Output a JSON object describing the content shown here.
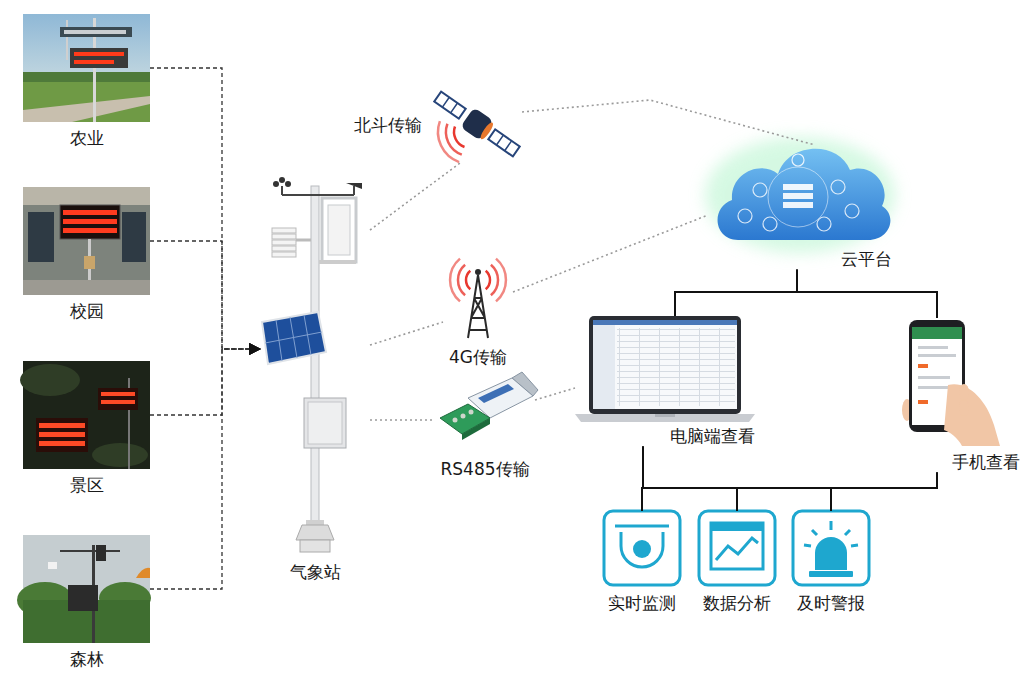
{
  "diagram": {
    "nodes": [
      {
        "text": [
          "农业"
        ]
      },
      {
        "text": [
          "校园"
        ]
      },
      {
        "text": [
          "景区"
        ]
      },
      {
        "text": [
          "森林"
        ]
      },
      {
        "text": [
          "气象站"
        ]
      },
      {
        "text": [
          "北斗传输"
        ]
      },
      {
        "text": [
          "4G传输"
        ]
      },
      {
        "text": [
          "RS485传输"
        ]
      },
      {
        "text": [
          "云平台"
        ]
      },
      {
        "text": [
          "电脑端查看"
        ]
      },
      {
        "text": [
          "手机查看"
        ]
      },
      {
        "text": [
          "实时监测"
        ]
      },
      {
        "text": [
          "数据分析"
        ]
      },
      {
        "text": [
          "及时警报"
        ]
      }
    ],
    "edges": [
      {
        "from": 0,
        "to": 4,
        "arrow": "to"
      },
      {
        "from": 1,
        "to": 4,
        "arrow": "to"
      },
      {
        "from": 2,
        "to": 4,
        "arrow": "to"
      },
      {
        "from": 3,
        "to": 4,
        "arrow": "to"
      },
      {
        "from": 4,
        "to": 5,
        "arrow": "none"
      },
      {
        "from": 5,
        "to": 8,
        "arrow": "none"
      },
      {
        "from": 4,
        "to": 6,
        "arrow": "none"
      },
      {
        "from": 6,
        "to": 8,
        "arrow": "none"
      },
      {
        "from": 4,
        "to": 7,
        "arrow": "none"
      },
      {
        "from": 7,
        "to": 9,
        "arrow": "none"
      },
      {
        "from": 8,
        "to": 9,
        "arrow": "none"
      },
      {
        "from": 8,
        "to": 10,
        "arrow": "none"
      },
      {
        "from": 9,
        "to": 11,
        "arrow": "none"
      },
      {
        "from": 9,
        "to": 12,
        "arrow": "none"
      },
      {
        "from": 9,
        "to": 13,
        "arrow": "none"
      },
      {
        "from": 10,
        "to": 11,
        "arrow": "none"
      },
      {
        "from": 10,
        "to": 12,
        "arrow": "none"
      },
      {
        "from": 10,
        "to": 13,
        "arrow": "none"
      }
    ]
  }
}
